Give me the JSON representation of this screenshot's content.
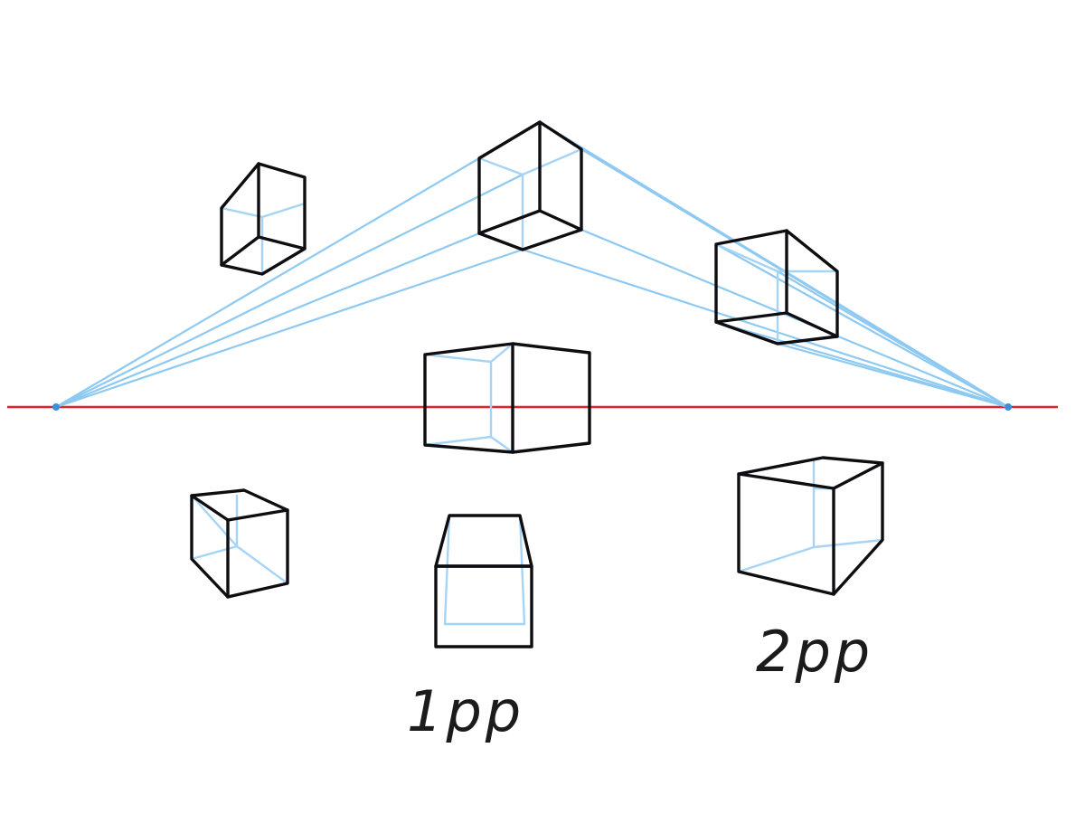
{
  "labels": {
    "one_point": "1pp",
    "two_point": "2pp"
  },
  "colors": {
    "background": "#ffffff",
    "horizon_line": "#e8202a",
    "guide_lines": "#8ec9f2",
    "hidden_edges": "#a6d4f6",
    "visible_edges": "#0e0e12",
    "vanishing_points": "#3b8fd8"
  },
  "elements": {
    "horizon_line": "present",
    "vanishing_points": 2,
    "cubes": 7
  }
}
